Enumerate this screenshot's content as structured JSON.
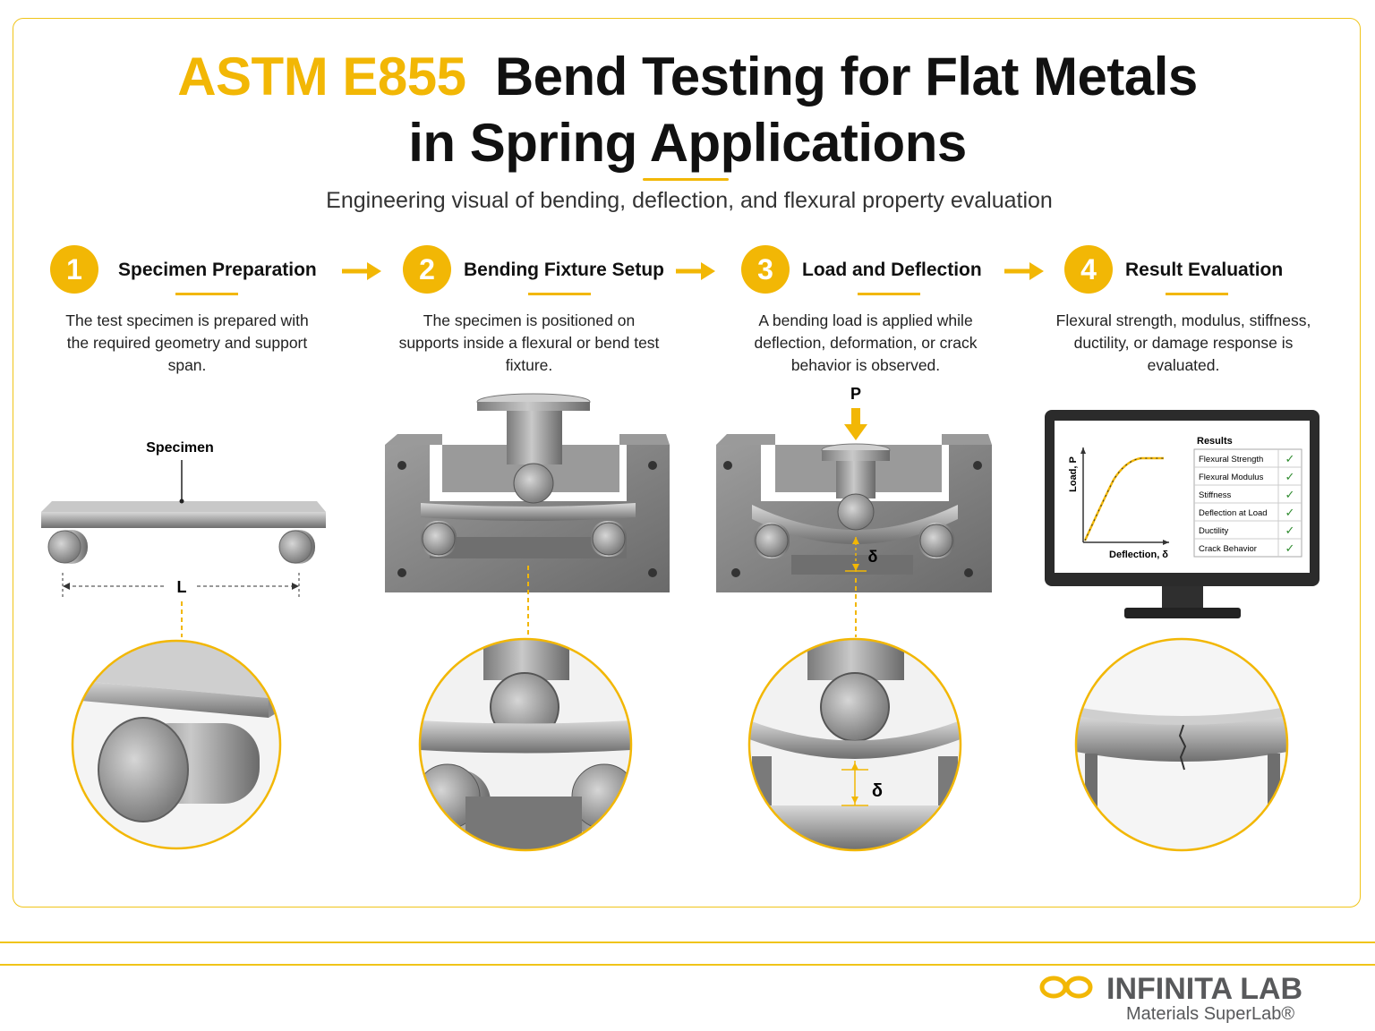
{
  "title": {
    "accent": "ASTM E855",
    "line1_rest": "Bend Testing for Flat Metals",
    "line2": "in Spring Applications"
  },
  "subtitle": "Engineering visual of bending, deflection, and flexural property evaluation",
  "steps": [
    {
      "number": "1",
      "title": "Specimen Preparation",
      "desc": "The test specimen is prepared with the required geometry and support span."
    },
    {
      "number": "2",
      "title": "Bending Fixture Setup",
      "desc": "The specimen is positioned on supports inside a flexural or bend test fixture."
    },
    {
      "number": "3",
      "title": "Load and Deflection",
      "desc": "A bending load is applied while deflection, deformation, or crack behavior is observed."
    },
    {
      "number": "4",
      "title": "Result Evaluation",
      "desc": "Flexural strength, modulus, stiffness, ductility, or damage response is evaluated."
    }
  ],
  "labels": {
    "specimen": "Specimen",
    "span": "L",
    "load": "P",
    "delta": "δ"
  },
  "monitor": {
    "ylabel": "Load, P",
    "xlabel": "Deflection, δ",
    "results_title": "Results",
    "results": [
      "Flexural Strength",
      "Flexural Modulus",
      "Stiffness",
      "Deflection at Load",
      "Ductility",
      "Crack Behavior"
    ],
    "check": "✓"
  },
  "brand": {
    "name": "INFINITA LAB",
    "tagline": "Materials SuperLab®"
  },
  "colors": {
    "accent": "#f2b705",
    "metal": "#9a9a9a",
    "text": "#111111"
  }
}
